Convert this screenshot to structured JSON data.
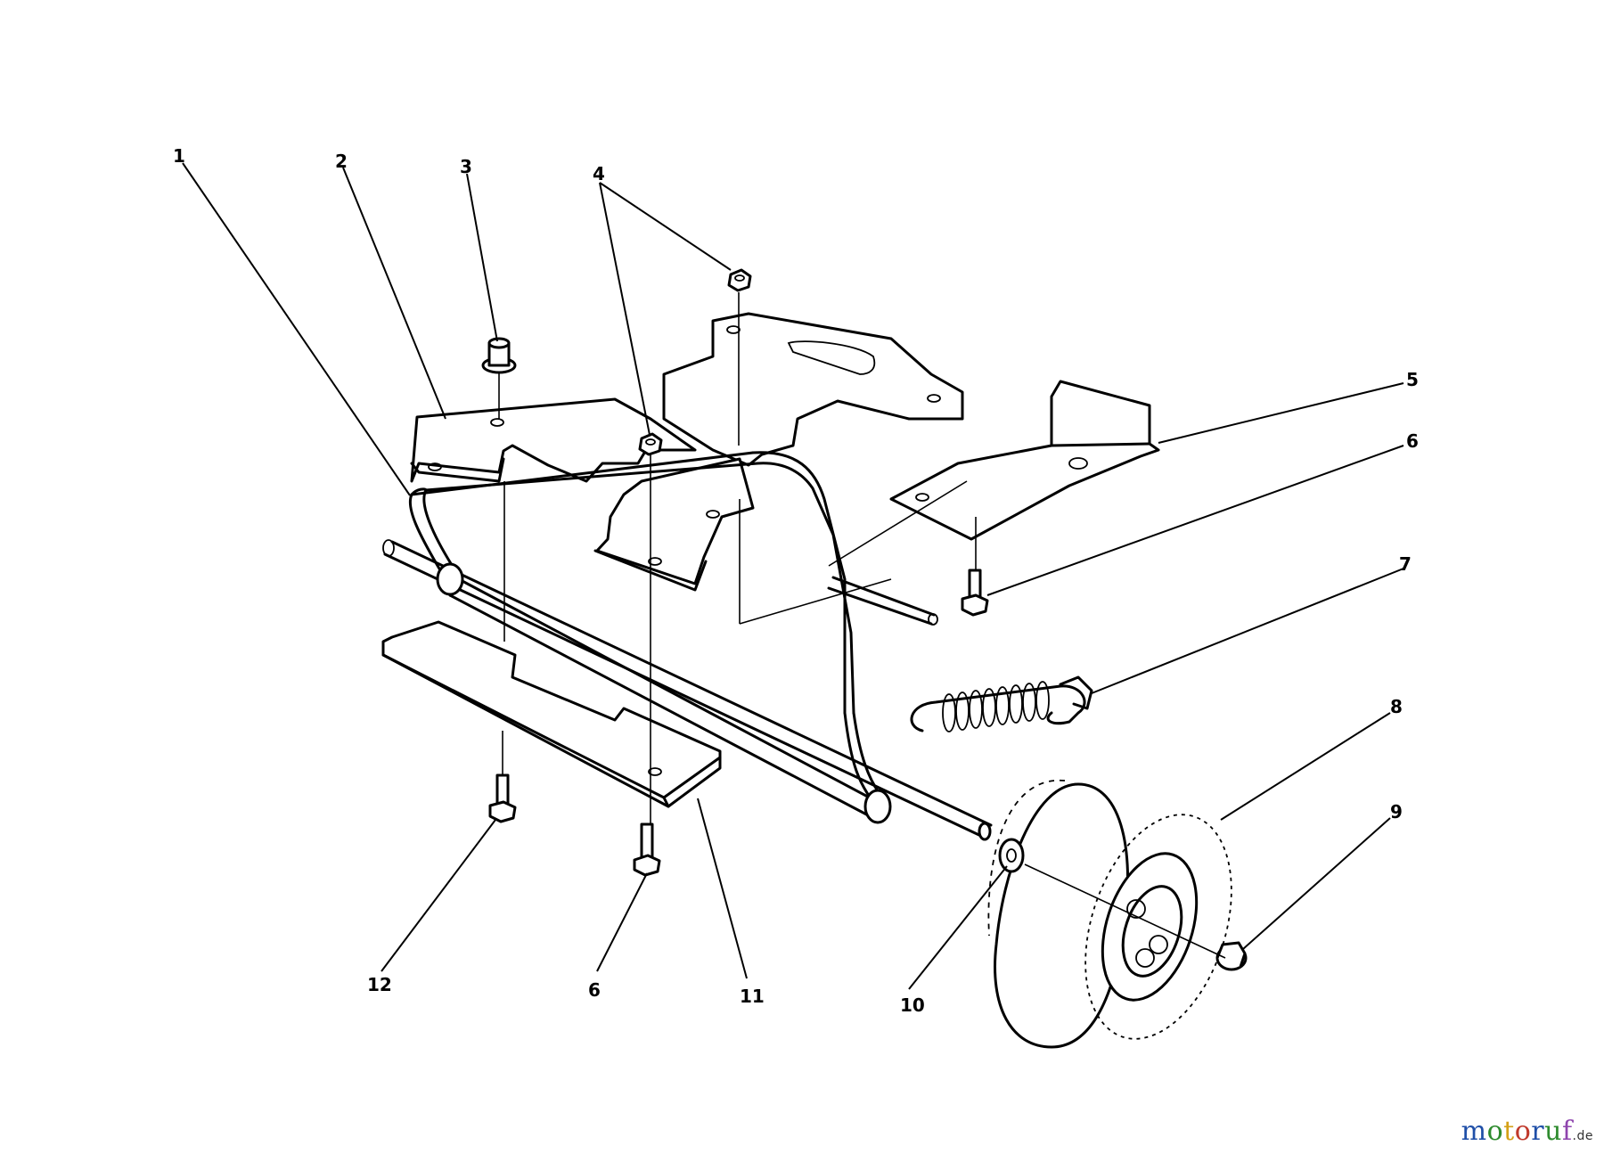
{
  "callouts": {
    "c1": "1",
    "c2": "2",
    "c3": "3",
    "c4": "4",
    "c5": "5",
    "c6a": "6",
    "c7": "7",
    "c8": "8",
    "c9": "9",
    "c10": "10",
    "c11": "11",
    "c12": "12",
    "c6b": "6"
  },
  "watermark": {
    "text": "motoruf",
    "suffix": ".de",
    "letter_colors": [
      "#1f4fa8",
      "#2e8b2e",
      "#d4a017",
      "#c0392b",
      "#1f4fa8",
      "#2e8b2e",
      "#8e44ad"
    ]
  }
}
